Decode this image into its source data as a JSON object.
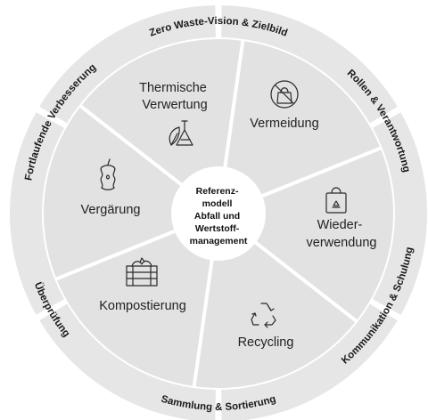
{
  "center": {
    "lines": [
      "Referenz-",
      "modell",
      "Abfall und",
      "Wertstoff-",
      "management"
    ]
  },
  "outer_ring": [
    {
      "label": "Zero Waste-Vision & Zielbild"
    },
    {
      "label": "Rollen & Verantwortung"
    },
    {
      "label": "Kommunikation & Schulung"
    },
    {
      "label": "Sammlung & Sortierung"
    },
    {
      "label": "Überprüfung"
    },
    {
      "label": "Fortlaufende Verbesserung"
    }
  ],
  "segments": [
    {
      "lines": [
        "Vermeidung"
      ],
      "icon": "shopping-bag-icon"
    },
    {
      "lines": [
        "Wieder-",
        "verwendung"
      ],
      "icon": "reusable-bag-icon"
    },
    {
      "lines": [
        "Recycling"
      ],
      "icon": "recycling-icon"
    },
    {
      "lines": [
        "Kompostierung"
      ],
      "icon": "compost-bin-icon"
    },
    {
      "lines": [
        "Vergärung"
      ],
      "icon": "apple-core-icon"
    },
    {
      "lines": [
        "Thermische",
        "Verwertung"
      ],
      "icon": "flask-leaf-icon"
    }
  ],
  "colors": {
    "outer_ring": "#e6e6e6",
    "inner_disc": "#e2e2e2",
    "separator": "#ffffff",
    "center": "#ffffff"
  }
}
